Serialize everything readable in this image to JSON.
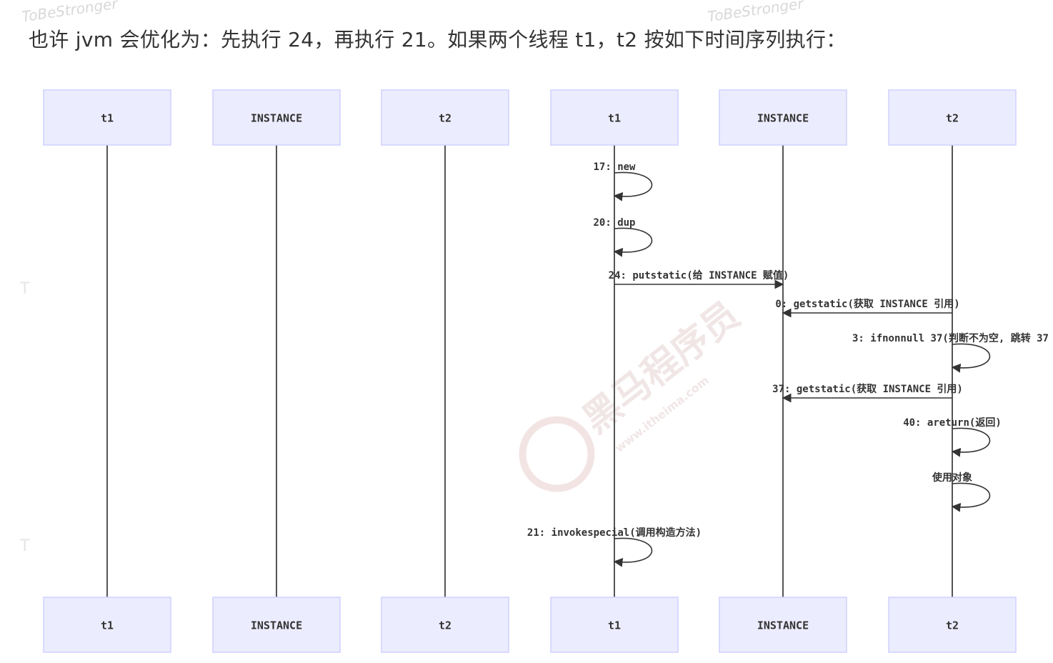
{
  "heading": "也许 jvm 会优化为：先执行 24，再执行 21。如果两个线程 t1，t2 按如下时间序列执行：",
  "watermarks": {
    "top_left": "ToBeStronger",
    "top_right": "ToBeStronger",
    "center": "黑马程序员",
    "center_sub": "www.itheima.com",
    "side_letter": "T"
  },
  "diagram": {
    "participants": [
      "t1",
      "INSTANCE",
      "t2",
      "t1",
      "INSTANCE",
      "t2"
    ],
    "messages": [
      {
        "from": 3,
        "to": 3,
        "text": "17: new"
      },
      {
        "from": 3,
        "to": 3,
        "text": "20: dup"
      },
      {
        "from": 3,
        "to": 4,
        "text": "24: putstatic(给 INSTANCE 赋值)"
      },
      {
        "from": 5,
        "to": 4,
        "text": "0: getstatic(获取 INSTANCE 引用)"
      },
      {
        "from": 5,
        "to": 5,
        "text": "3: ifnonnull 37(判断不为空, 跳转 37"
      },
      {
        "from": 5,
        "to": 4,
        "text": "37: getstatic(获取 INSTANCE 引用)"
      },
      {
        "from": 5,
        "to": 5,
        "text": "40: areturn(返回)"
      },
      {
        "from": 5,
        "to": 5,
        "text": "使用对象"
      },
      {
        "from": 3,
        "to": 3,
        "text": "21: invokespecial(调用构造方法)"
      }
    ]
  },
  "colors": {
    "actor_fill": "#ececff",
    "actor_border": "#cfd1ff",
    "line": "#333333"
  }
}
